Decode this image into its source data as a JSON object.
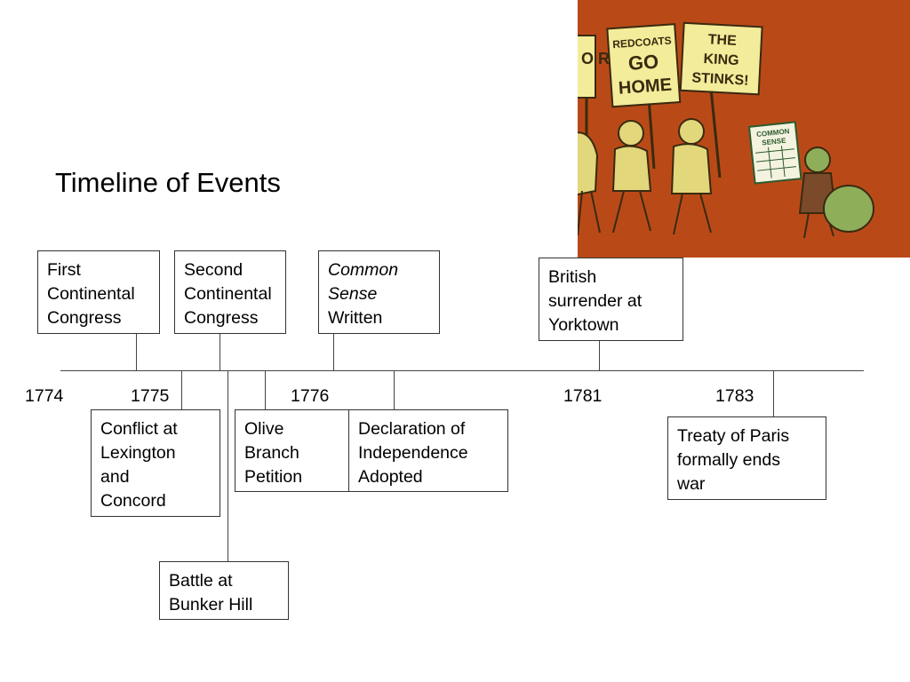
{
  "title": "Timeline of Events",
  "years": [
    "1774",
    "1775",
    "1776",
    "1781",
    "1783"
  ],
  "events_above": {
    "first_congress": [
      "First",
      "Continental",
      "Congress"
    ],
    "second_congress": [
      "Second",
      "Continental",
      "Congress"
    ],
    "common_sense": [
      "Common",
      "Sense",
      "Written"
    ],
    "yorktown": [
      "British",
      "surrender at",
      "Yorktown"
    ]
  },
  "events_below": {
    "lexington": [
      "Conflict at",
      "Lexington",
      "and",
      "Concord"
    ],
    "olive_branch": [
      "Olive",
      "Branch",
      "Petition"
    ],
    "declaration": [
      "Declaration of",
      "Independence",
      "Adopted"
    ],
    "paris": [
      "Treaty of Paris",
      "formally ends",
      "war"
    ],
    "bunker_hill": [
      "Battle at",
      "Bunker Hill"
    ]
  },
  "illustration": {
    "sign_left": "O R",
    "sign_redcoats": [
      "REDCOATS",
      "GO",
      "HOME"
    ],
    "sign_king": [
      "THE",
      "KING",
      "STINKS!"
    ],
    "newspaper": [
      "COMMON",
      "SENSE"
    ],
    "colors": {
      "background": "#b94a18",
      "figures": "#e2d77a",
      "outline": "#3a2a10",
      "bag": "#8fae5a"
    }
  }
}
